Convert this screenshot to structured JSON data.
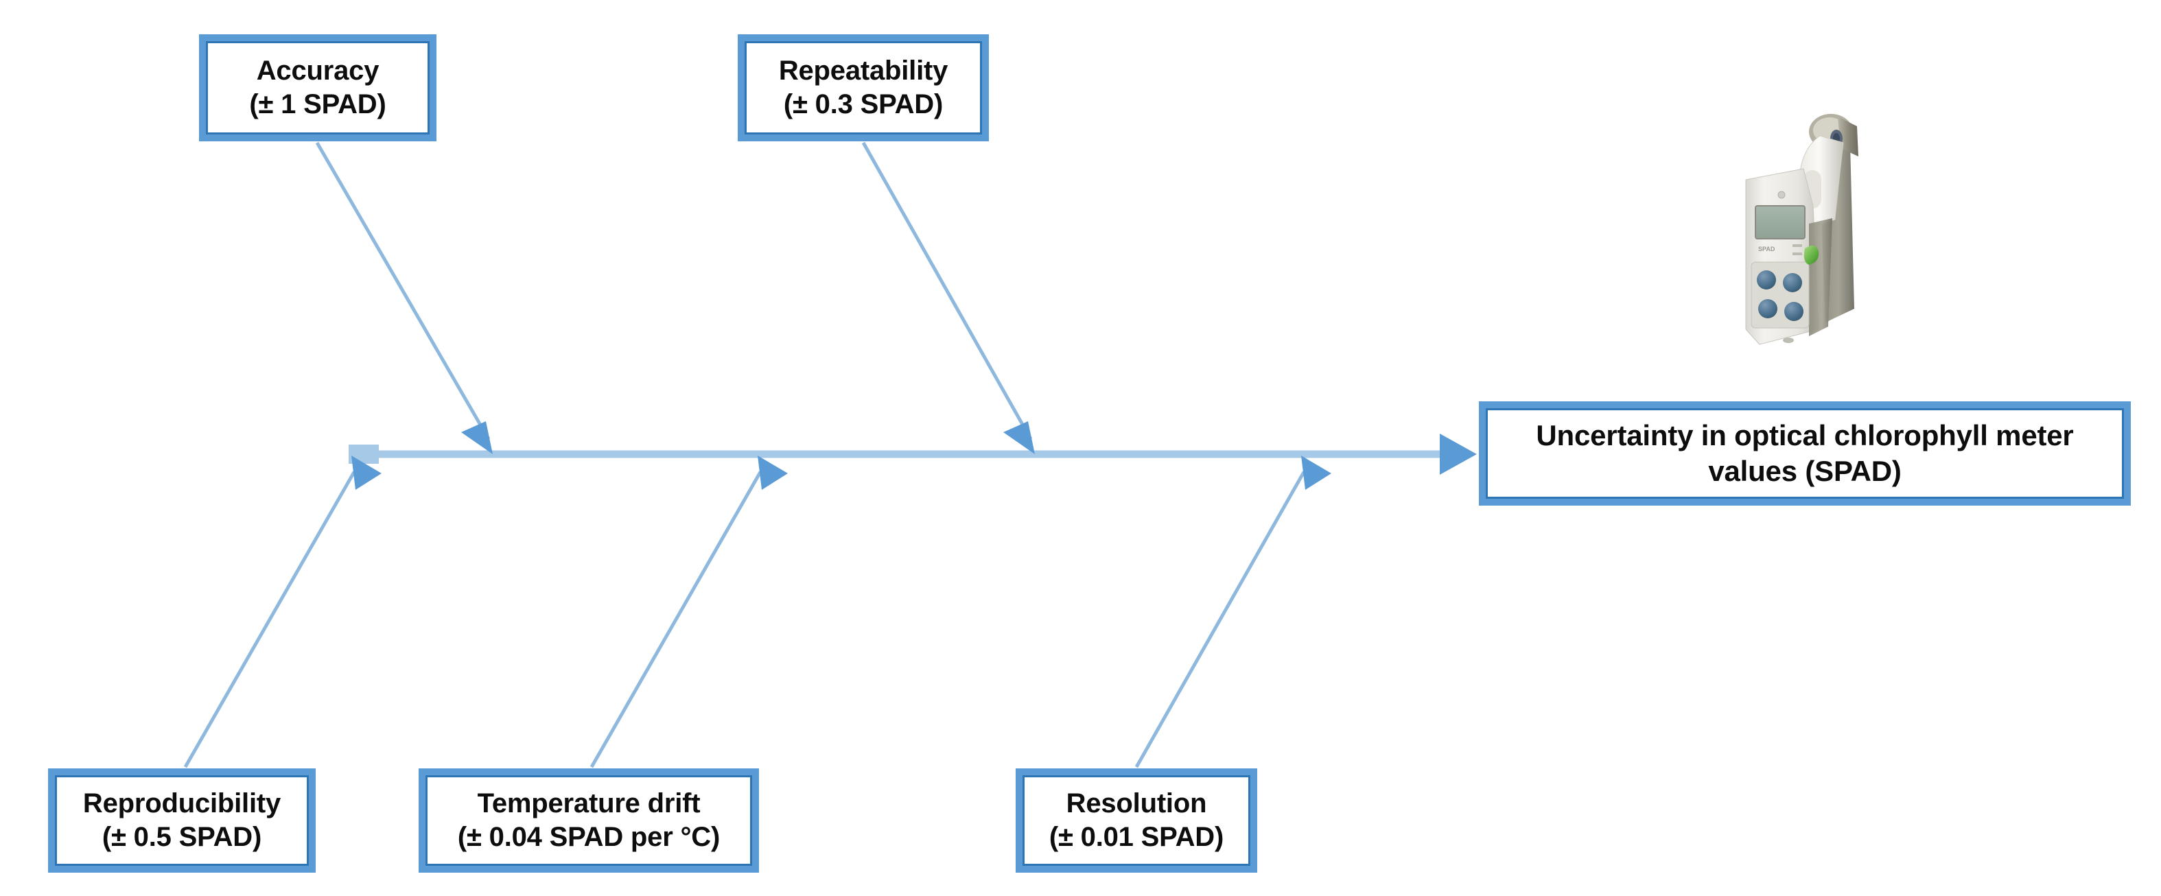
{
  "diagram": {
    "type": "fishbone-ishikawa",
    "effect": {
      "id": "effect",
      "line1": "Uncertainty in optical chlorophyll meter",
      "line2": "values (SPAD)"
    },
    "causes": [
      {
        "id": "accuracy",
        "name": "Accuracy",
        "value": "(± 1 SPAD)",
        "position": "top-left"
      },
      {
        "id": "repeatability",
        "name": "Repeatability",
        "value": "(± 0.3 SPAD)",
        "position": "top-right"
      },
      {
        "id": "reproducibility",
        "name": "Reproducibility",
        "value": "(± 0.5 SPAD)",
        "position": "bottom-left"
      },
      {
        "id": "temperature",
        "name": "Temperature drift",
        "value": "(± 0.04 SPAD per °C)",
        "position": "bottom-middle"
      },
      {
        "id": "resolution",
        "name": "Resolution",
        "value": "(± 0.01 SPAD)",
        "position": "bottom-right"
      }
    ],
    "photo": {
      "label": "spad-chlorophyll-meter-photo",
      "description": "Handheld SPAD optical chlorophyll meter"
    },
    "colors": {
      "box_fill": "#5B9BD5",
      "box_inner_border": "#2E75B6",
      "box_inner_fill": "#FFFFFF",
      "spine": "#A6C9E8",
      "branch_line": "#8FB8DE",
      "arrow_head": "#5B9BD5",
      "text": "#0D0D0D",
      "background": "#FFFFFF"
    }
  }
}
